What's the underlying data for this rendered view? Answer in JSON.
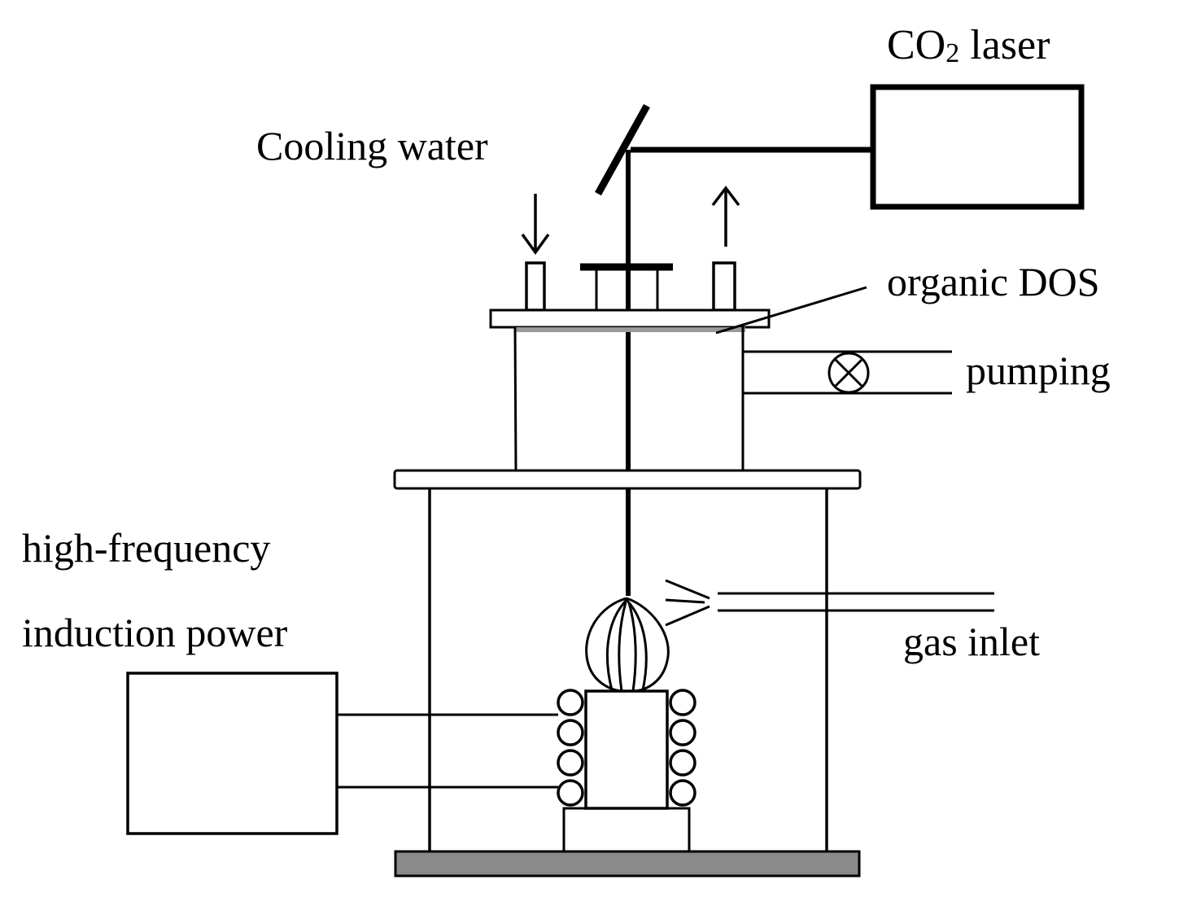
{
  "labels": {
    "co2_laser_prefix": "CO",
    "co2_laser_sub": "2",
    "co2_laser_suffix": " laser",
    "cooling_water": "Cooling water",
    "organic_dos": "organic DOS",
    "pumping": "pumping",
    "hf_power_line1": "high-frequency",
    "hf_power_line2": "induction power",
    "gas_inlet": "gas inlet"
  },
  "colors": {
    "line": "#000000",
    "base_plate": "#8a8a8a",
    "dos_film": "#9a9a9a",
    "background": "#ffffff"
  },
  "icons": {
    "valve": "circle-x-valve-icon",
    "arrow_in": "arrow-down-icon",
    "arrow_out": "arrow-up-icon"
  }
}
